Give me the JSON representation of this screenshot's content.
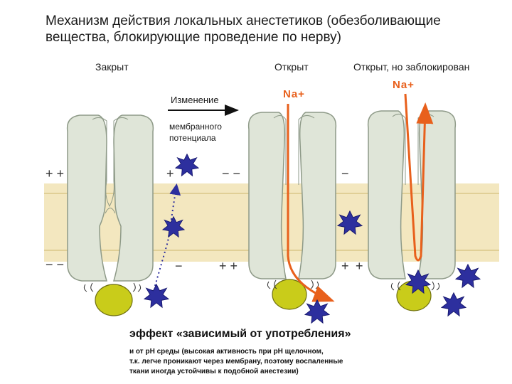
{
  "title": "Механизм действия локальных анестетиков (обезболивающие вещества, блокирующие проведение по нерву)",
  "states": {
    "closed": "Закрыт",
    "open": "Открыт",
    "open_blocked": "Открыт, но заблокирован"
  },
  "arrow_label_line1": "Изменение",
  "arrow_label_line2": "мембранного",
  "arrow_label_line3": "потенциала",
  "ion_label": "Na+",
  "charges": {
    "plus_plus": "+ +",
    "minus_minus": "− −",
    "plus": "+",
    "minus": "−"
  },
  "footer": {
    "title": "эффект «зависимый от употребления»",
    "note_line1": "и от pH среды (высокая активность при pH щелочном,",
    "note_line2": "т.к. легче проникают через мембрану, поэтому воспаленные",
    "note_line3": "ткани иногда устойчивы к подобной анестезии)"
  },
  "colors": {
    "membrane": "#f3e7bf",
    "channel": "#dfe5d8",
    "channel_stroke": "#8e9a88",
    "ion_arrow": "#e8601c",
    "drug": "#2d2f9e",
    "gate_ball": "#c9cc1a"
  }
}
